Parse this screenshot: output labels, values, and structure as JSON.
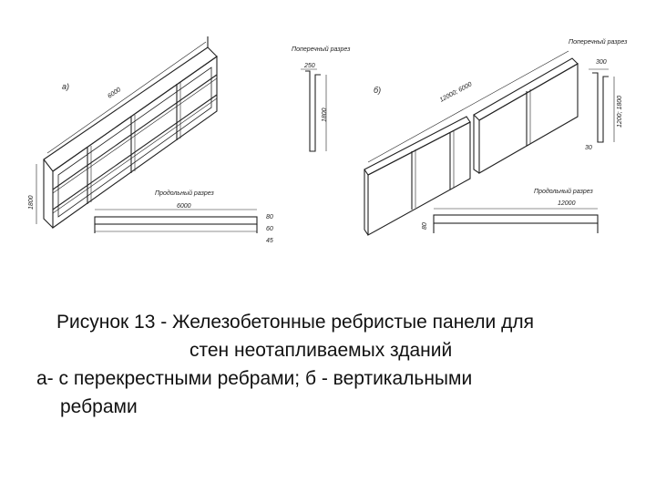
{
  "drawing_a": {
    "marker": "а)",
    "cross_section_title": "Поперечный разрез",
    "longitudinal_section_title": "Продольный разрез",
    "dim_length": "6000",
    "dim_bottom": "6000",
    "dim_height": "1800",
    "dim_section_height": "1800",
    "dim_top": "250",
    "dim_small_1": "80",
    "dim_small_2": "60",
    "dim_small_3": "45"
  },
  "drawing_b": {
    "marker": "б)",
    "cross_section_title": "Поперечный разрез",
    "longitudinal_section_title": "Продольный разрез",
    "dim_length": "12000; 6000",
    "dim_bottom": "12000",
    "dim_height": "1200; 1800",
    "dim_top": "300",
    "dim_small_1": "80",
    "dim_small_2": "30"
  },
  "caption": {
    "line1": "Рисунок 13 - Железобетонные ребристые панели для",
    "line2": "стен неотапливаемых зданий",
    "line3": "а- с перекрестными ребрами; б - вертикальными",
    "line4": "ребрами"
  }
}
